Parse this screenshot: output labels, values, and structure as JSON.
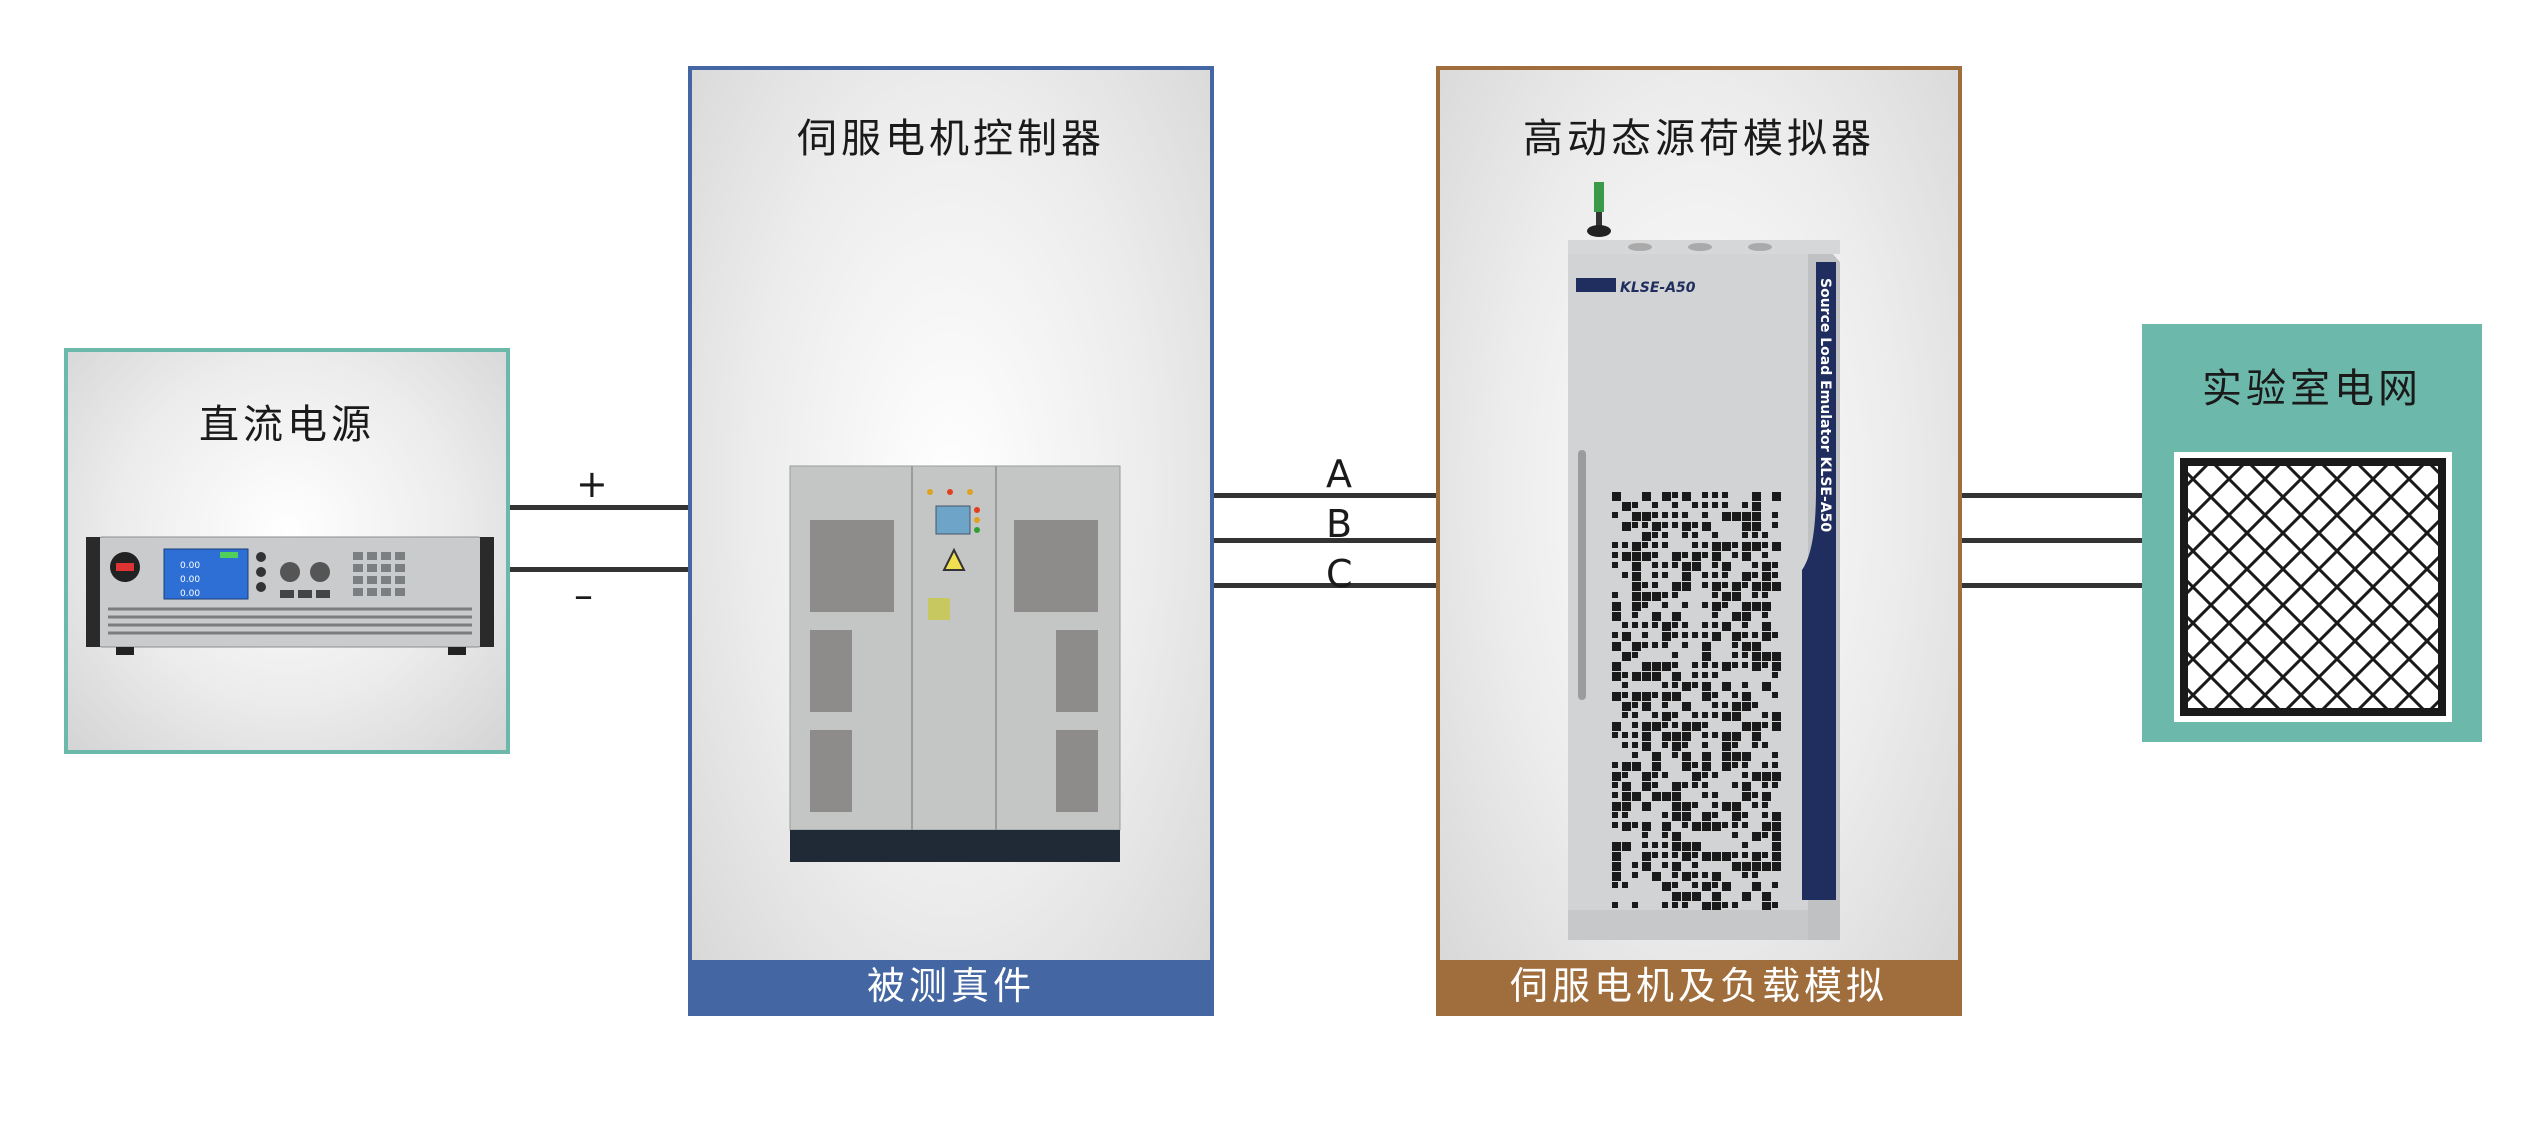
{
  "dc_supply": {
    "title": "直流电源",
    "screen": [
      "0.00",
      "0.00",
      "0.00"
    ]
  },
  "terminals": {
    "plus": "+",
    "minus": "–"
  },
  "controller": {
    "title": "伺服电机控制器",
    "footer": "被测真件"
  },
  "phases": [
    "A",
    "B",
    "C"
  ],
  "emulator": {
    "title": "高动态源荷模拟器",
    "footer": "伺服电机及负载模拟",
    "model": "KLSE-A50",
    "side_text": "Source Load Emulator KLSE-A50"
  },
  "grid": {
    "title": "实验室电网"
  },
  "colors": {
    "teal": "#6cb9ab",
    "blue": "#4467a4",
    "brown": "#a06e3c",
    "wire": "#333333"
  }
}
